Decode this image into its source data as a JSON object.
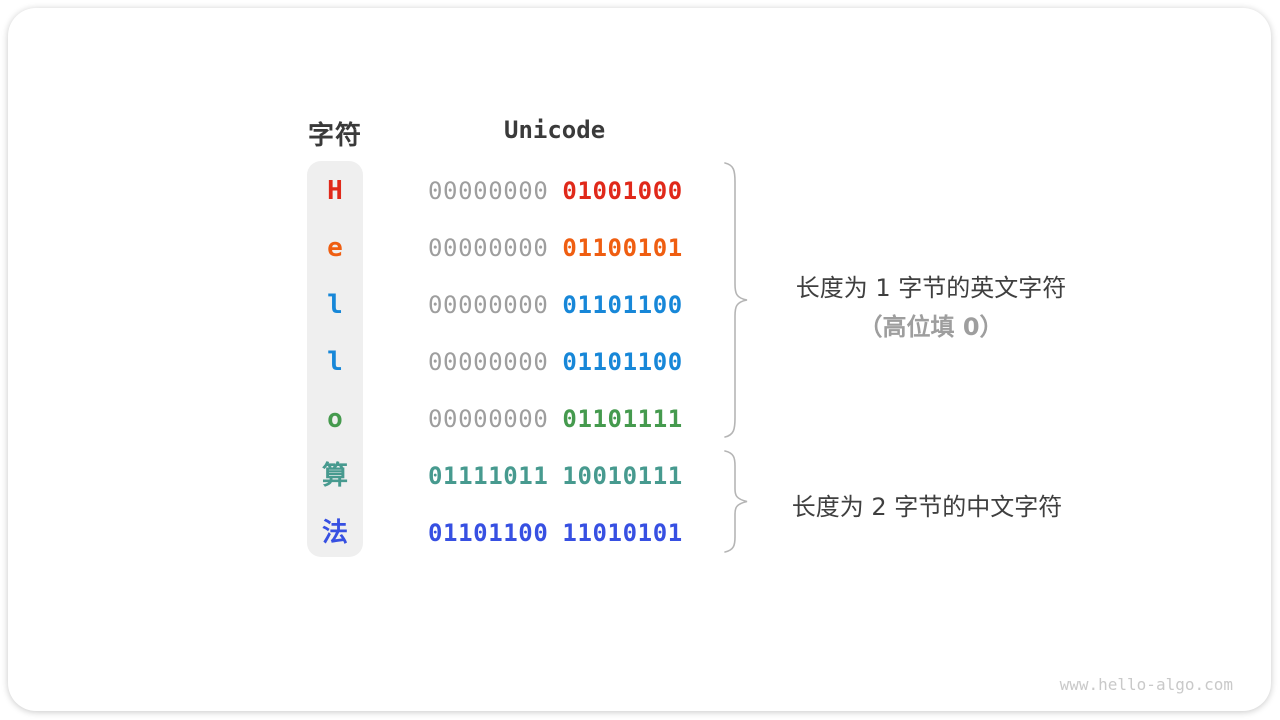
{
  "header": {
    "char_col": "字符",
    "unicode_col": "Unicode"
  },
  "rows": [
    {
      "char": "H",
      "color": "#e0291a",
      "byte1": "00000000",
      "byte2": "01001000",
      "byte1_color": "#9e9e9e",
      "byte2_color": "#e0291a"
    },
    {
      "char": "e",
      "color": "#ef5e11",
      "byte1": "00000000",
      "byte2": "01100101",
      "byte1_color": "#9e9e9e",
      "byte2_color": "#ef5e11"
    },
    {
      "char": "l",
      "color": "#1787d8",
      "byte1": "00000000",
      "byte2": "01101100",
      "byte1_color": "#9e9e9e",
      "byte2_color": "#1787d8"
    },
    {
      "char": "l",
      "color": "#1787d8",
      "byte1": "00000000",
      "byte2": "01101100",
      "byte1_color": "#9e9e9e",
      "byte2_color": "#1787d8"
    },
    {
      "char": "o",
      "color": "#459a4e",
      "byte1": "00000000",
      "byte2": "01101111",
      "byte1_color": "#9e9e9e",
      "byte2_color": "#459a4e"
    },
    {
      "char": "算",
      "color": "#479a8f",
      "byte1": "01111011",
      "byte2": "10010111",
      "byte1_color": "#479a8f",
      "byte2_color": "#479a8f"
    },
    {
      "char": "法",
      "color": "#3750e2",
      "byte1": "01101100",
      "byte2": "11010101",
      "byte1_color": "#3750e2",
      "byte2_color": "#3750e2"
    }
  ],
  "groups": [
    {
      "line1": "长度为 1 字节的英文字符",
      "line2": "（高位填 0）"
    },
    {
      "line1": "长度为 2 字节的中文字符"
    }
  ],
  "watermark": "www.hello-algo.com",
  "colors": {
    "text": "#3a3a3a",
    "muted_digits": "#9e9e9e",
    "brace": "#b5b5b5",
    "pill_bg": "#efefef"
  }
}
